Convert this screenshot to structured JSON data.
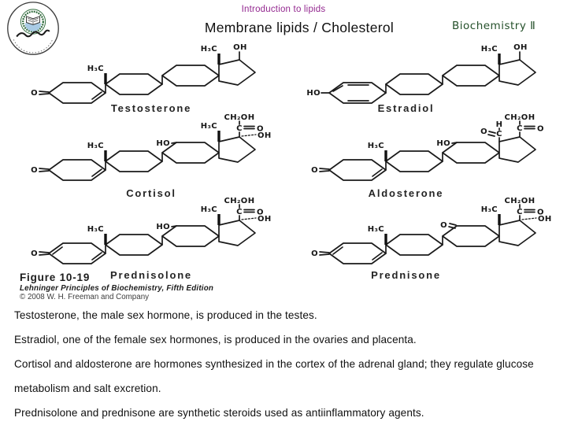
{
  "header": {
    "subtitle": "Introduction to lipids",
    "title": "Membrane lipids / Cholesterol",
    "course_tag": "Biochemistry Ⅱ"
  },
  "figure": {
    "caption": {
      "label": "Figure 10-19",
      "source": "Lehninger Principles of Biochemistry, Fifth Edition",
      "copyright": "© 2008 W. H. Freeman and Company"
    },
    "molecules": [
      {
        "name": "Testosterone",
        "atoms": {
          "o3": "O",
          "me10": "H₃C",
          "me13": "H₃C",
          "oh17": "OH"
        }
      },
      {
        "name": "Estradiol",
        "atoms": {
          "ho3": "HO",
          "me13": "H₃C",
          "oh17": "OH"
        }
      },
      {
        "name": "Cortisol",
        "atoms": {
          "o3": "O",
          "me10": "H₃C",
          "me13": "H₃C",
          "ho11": "HO",
          "c20": "C",
          "ch2oh": "CH₂OH",
          "o20": "O",
          "oh17": "OH"
        }
      },
      {
        "name": "Aldosterone",
        "atoms": {
          "o3": "O",
          "me10": "H₃C",
          "ho11": "HO",
          "c18": "C",
          "h18": "H",
          "o18": "O",
          "c20": "C",
          "ch2oh": "CH₂OH",
          "o20": "O"
        }
      },
      {
        "name": "Prednisolone",
        "atoms": {
          "o3": "O",
          "me10": "H₃C",
          "me13": "H₃C",
          "ho11": "HO",
          "c20": "C",
          "ch2oh": "CH₂OH",
          "o20": "O",
          "oh17": "OH"
        }
      },
      {
        "name": "Prednisone",
        "atoms": {
          "o3": "O",
          "me10": "H₃C",
          "me13": "H₃C",
          "o11": "O",
          "c20": "C",
          "ch2oh": "CH₂OH",
          "o20": "O",
          "oh17": "OH"
        }
      }
    ]
  },
  "body": {
    "paragraphs": [
      "Testosterone, the male sex hormone, is produced in the testes.",
      "Estradiol, one of the female sex hormones, is produced in the ovaries and placenta.",
      "Cortisol and aldosterone are hormones synthesized in the cortex of the adrenal gland; they regulate glucose metabolism and salt excretion.",
      "Prednisolone and prednisone are synthetic steroids used as antiinflammatory agents."
    ]
  }
}
